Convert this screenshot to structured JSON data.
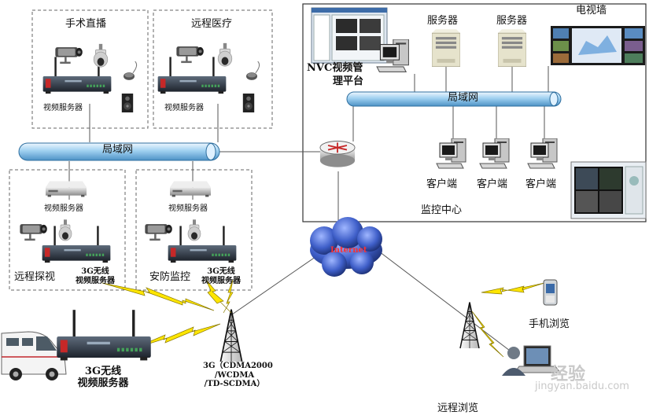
{
  "zones": {
    "surgery_live": "手术直播",
    "remote_medical": "远程医疗",
    "remote_probe": "远程探视",
    "security": "安防监控",
    "monitor_center": "监控中心",
    "remote_browse": "远程浏览"
  },
  "devices": {
    "video_server": "视频服务器",
    "wireless_3g_line1": "3G无线",
    "wireless_3g_line2": "视频服务器",
    "nvc_line1": "NVC视频管",
    "nvc_line2": "理平台",
    "server": "服务器",
    "video_wall": "电视墙",
    "client": "客户端",
    "mobile_browse": "手机浏览",
    "internet": "Internet"
  },
  "networks": {
    "lan": "局域网",
    "tower_line1": "3G（CDMA2000",
    "tower_line2": "/WCDMA",
    "tower_line3": "/TD-SCDMA）"
  },
  "watermark": {
    "brand": "经验",
    "url": "jingyan.baidu.com"
  }
}
